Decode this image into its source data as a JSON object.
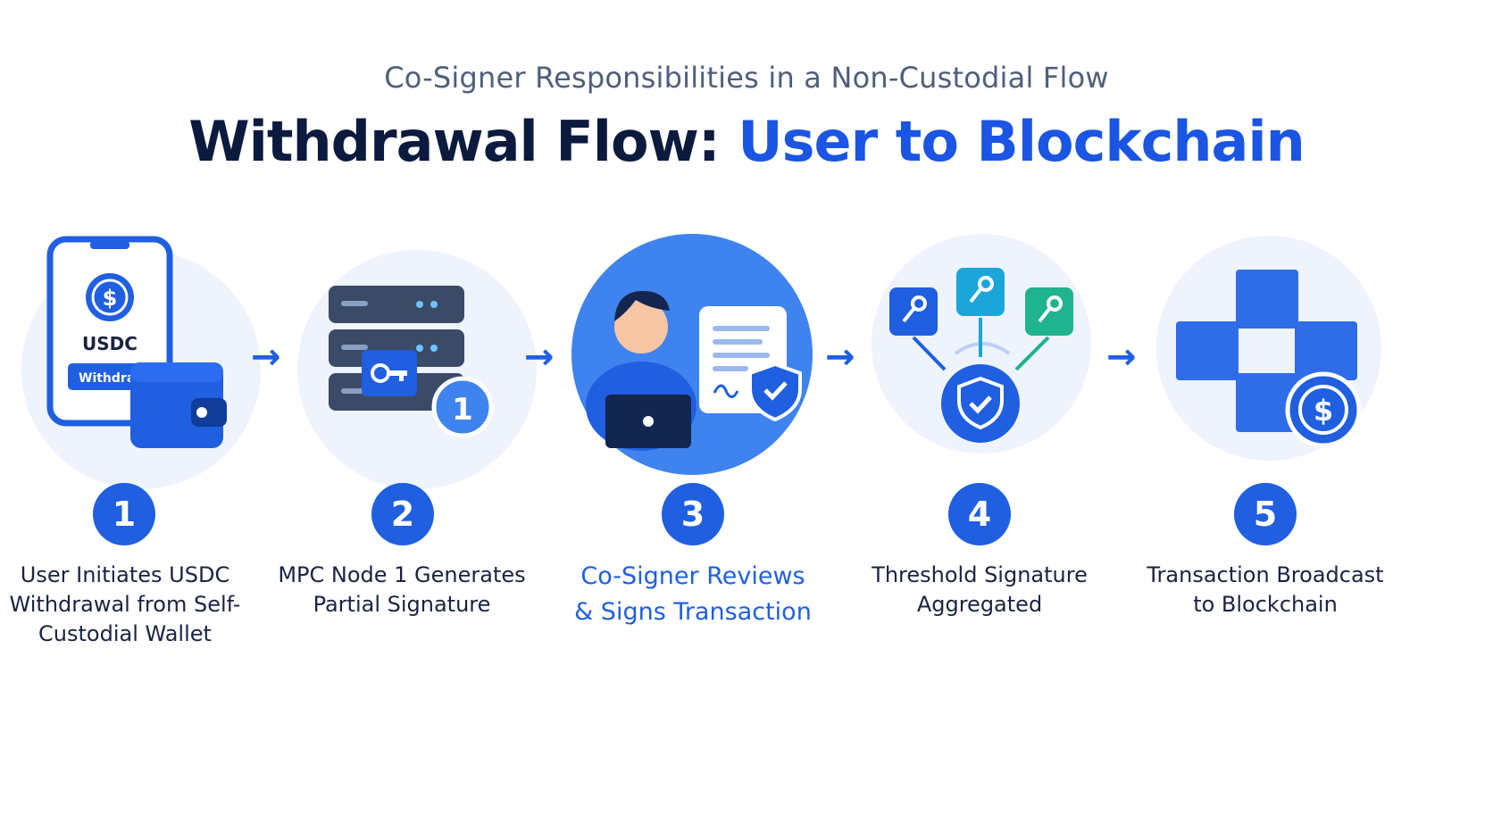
{
  "header": {
    "subtitle": "Co-Signer Responsibilities in a Non-Custodial Flow",
    "title_main": "Withdrawal Flow:",
    "title_accent": "User to Blockchain"
  },
  "colors": {
    "primary": "#1f5fe0",
    "title_dark": "#0b1a3d",
    "circle_bg": "#eef3fc",
    "active_circle": "#3f83ee"
  },
  "steps": [
    {
      "number": "1",
      "label": "User Initiates USDC Withdrawal from Self-Custodial Wallet",
      "icon": "phone-wallet-icon",
      "phone_token": "USDC",
      "phone_button": "Withdraw"
    },
    {
      "number": "2",
      "label": "MPC Node 1 Generates Partial Signature",
      "icon": "server-key-icon",
      "node_badge": "1"
    },
    {
      "number": "3",
      "label": "Co-Signer Reviews & Signs Transaction",
      "icon": "person-laptop-document-icon",
      "active": true
    },
    {
      "number": "4",
      "label": "Threshold Signature Aggregated",
      "icon": "keys-shield-icon"
    },
    {
      "number": "5",
      "label": "Transaction Broadcast to Blockchain",
      "icon": "blockchain-coin-icon"
    }
  ],
  "arrows": [
    "→",
    "→",
    "→",
    "→"
  ]
}
